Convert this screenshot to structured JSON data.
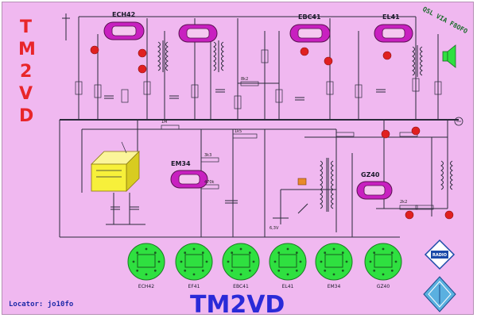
{
  "callsign_vertical": [
    "T",
    "M",
    "2",
    "V",
    "D"
  ],
  "callsign_banner": "TM2VD",
  "qsl_note": "QSL VIA F8OFO",
  "locator": "Locator: jo10fo",
  "tubes": [
    {
      "name": "ECH42"
    },
    {
      "name": "EF41"
    },
    {
      "name": "EBC41"
    },
    {
      "name": "EL41"
    },
    {
      "name": "EM34"
    },
    {
      "name": "GZ40"
    }
  ],
  "tube_labels_on_schematic": {
    "ech42": "ECH42",
    "ebc41": "EBC41",
    "el41": "EL41",
    "em34": "EM34",
    "gz40": "GZ40"
  },
  "colors": {
    "background": "#f0b8f0",
    "tube": "#c820c0",
    "socket": "#2fe040",
    "callsign": "#e8262a",
    "banner": "#2a2ad8",
    "coil_box": "#f7f03a"
  },
  "icons": [
    "antenna-icon",
    "speaker-icon",
    "earth-symbol-icon",
    "award-badge-icon",
    "diamond-logo-icon"
  ]
}
